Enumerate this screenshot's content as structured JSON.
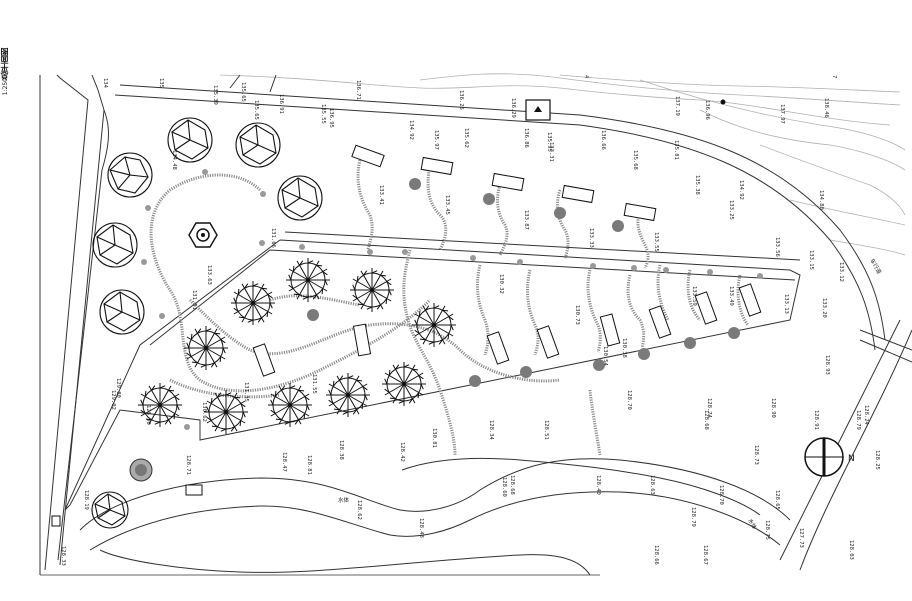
{
  "sheet": {
    "title": "总平面图",
    "scale": "1:250"
  },
  "compass": {
    "label": "N"
  },
  "colors": {
    "line": "#333333",
    "path_gray": "#8c8c8c",
    "contour_gray": "#b0b0b0",
    "marker_fill": "#7a7a7a"
  },
  "elevations": {
    "top_row": [
      "134",
      "135",
      "135.39",
      "135.65",
      "136.91",
      "136.71",
      "136.26",
      "136.29",
      "4",
      "137.19",
      "136.96",
      "7",
      "137.97",
      "138.46"
    ],
    "labels_a": [
      "135.65",
      "135.55",
      "136.95",
      "134.92",
      "135.97",
      "135.62",
      "136.86",
      "135.95",
      "136.66",
      "135.68",
      "135.81",
      "135.38",
      "134.92",
      "134.80",
      "133.25"
    ],
    "labels_b": [
      "134.48",
      "133.41",
      "133.45",
      "133.87",
      "133.33",
      "133.55",
      "133.56",
      "133.15",
      "133.12",
      "133.13",
      "133.20",
      "133.49",
      "133.59"
    ],
    "labels_c": [
      "131.66",
      "133.63",
      "131.51",
      "129.80",
      "131.55",
      "131.35",
      "130.62",
      "130.73",
      "130.32",
      "130.38",
      "130.81",
      "130.54"
    ],
    "labels_d": [
      "129.02",
      "128.90",
      "128.81",
      "128.38",
      "128.42",
      "128.34",
      "128.51",
      "128.70",
      "128.74",
      "128.68",
      "128.90",
      "128.91",
      "128.93",
      "128.79",
      "128.73",
      "128.25",
      "128.24"
    ],
    "labels_e": [
      "128.47",
      "128.71",
      "128.19",
      "128.33",
      "128.60",
      "128.40",
      "128.63",
      "128.70",
      "128.79",
      "128.65",
      "128.75",
      "128.67",
      "127.73",
      "128.66",
      "128.03"
    ],
    "labels_f": [
      "128.62",
      "128.48",
      "133.31",
      "128.68"
    ]
  },
  "annotations": {
    "water_left": "水体",
    "water_right": "水体",
    "road_right": "车行道"
  }
}
